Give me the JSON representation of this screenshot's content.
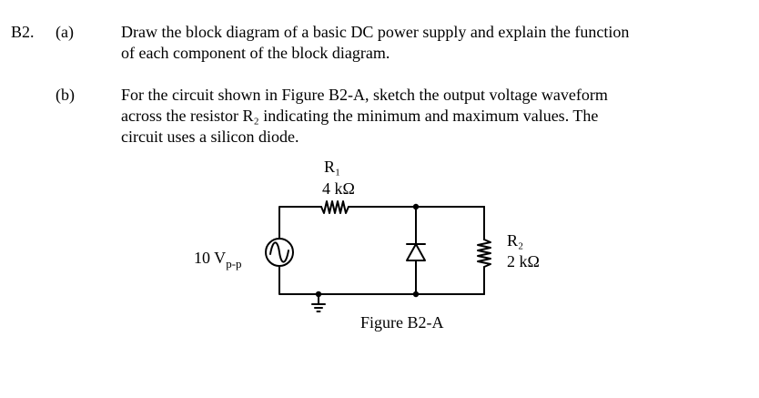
{
  "question": {
    "number": "B2.",
    "parts": [
      {
        "label": "(a)",
        "lines": [
          "Draw the block diagram of a basic DC power supply and explain the function",
          "of each component of the block diagram."
        ]
      },
      {
        "label": "(b)",
        "lines": [
          "For the circuit shown in Figure B2-A, sketch the output voltage waveform",
          "across the resistor R₂ indicating the minimum and maximum values. The",
          "circuit uses a silicon diode."
        ]
      }
    ]
  },
  "figure": {
    "caption": "Figure B2-A",
    "source": {
      "value": "10 V",
      "subscript": "p-p"
    },
    "r1": {
      "name": "R₁",
      "value": "4 kΩ"
    },
    "r2": {
      "name": "R₂",
      "value": "2 kΩ"
    }
  }
}
